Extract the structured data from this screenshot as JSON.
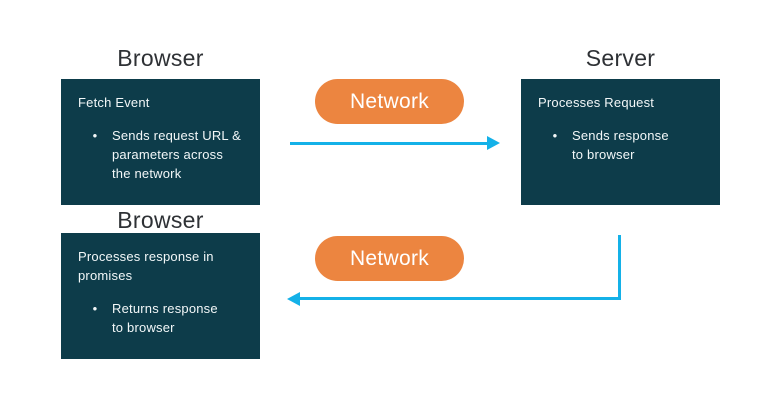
{
  "diagram": {
    "title_hint": "fetch-event-network-flow",
    "bullet_glyph": "•",
    "nodes": [
      {
        "id": "browser-top",
        "heading": "Browser",
        "title": "Fetch Event",
        "bullet": "Sends request URL &\nparameters across\nthe network"
      },
      {
        "id": "server",
        "heading": "Server",
        "title": "Processes Request",
        "bullet": "Sends response\nto browser"
      },
      {
        "id": "browser-bottom",
        "heading": "Browser",
        "title": "Processes response in\npromises",
        "bullet": "Returns response\nto browser"
      }
    ],
    "network_label_top": "Network",
    "network_label_bottom": "Network"
  },
  "colors": {
    "page_bg": "#ffffff",
    "node_bg": "#0d3c4a",
    "node_text": "#f2f7f8",
    "pill_bg": "#ec8540",
    "pill_text": "#ffffff",
    "arrow": "#14b1e8",
    "heading_text": "#2e3135"
  }
}
